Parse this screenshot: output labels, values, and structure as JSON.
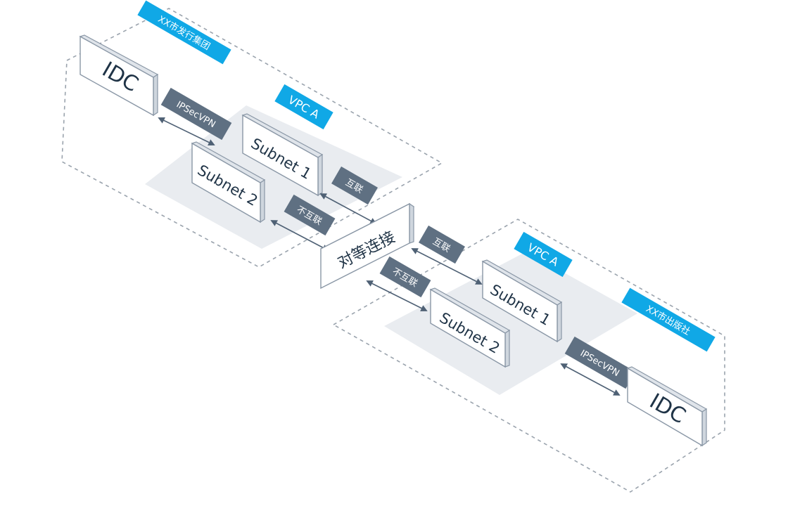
{
  "org_left": {
    "label": "XX市发行集团"
  },
  "org_right": {
    "label": "XX市出版社"
  },
  "left": {
    "idc": "IDC",
    "vpn": "IPSecVPN",
    "vpc": "VPC A",
    "subnet1": "Subnet 1",
    "subnet2": "Subnet 2",
    "link1": "互联",
    "link2": "不互联"
  },
  "center": {
    "label": "对等连接"
  },
  "right": {
    "idc": "IDC",
    "vpn": "IPSecVPN",
    "vpc": "VPC A",
    "subnet1": "Subnet 1",
    "subnet2": "Subnet 2",
    "link1": "互联",
    "link2": "不互联"
  },
  "colors": {
    "accent": "#10a8e6",
    "tag_dark": "#5f7082",
    "box_fill": "#ffffff",
    "box_edge": "#8a97a6",
    "plane": "#e9ecf0"
  }
}
